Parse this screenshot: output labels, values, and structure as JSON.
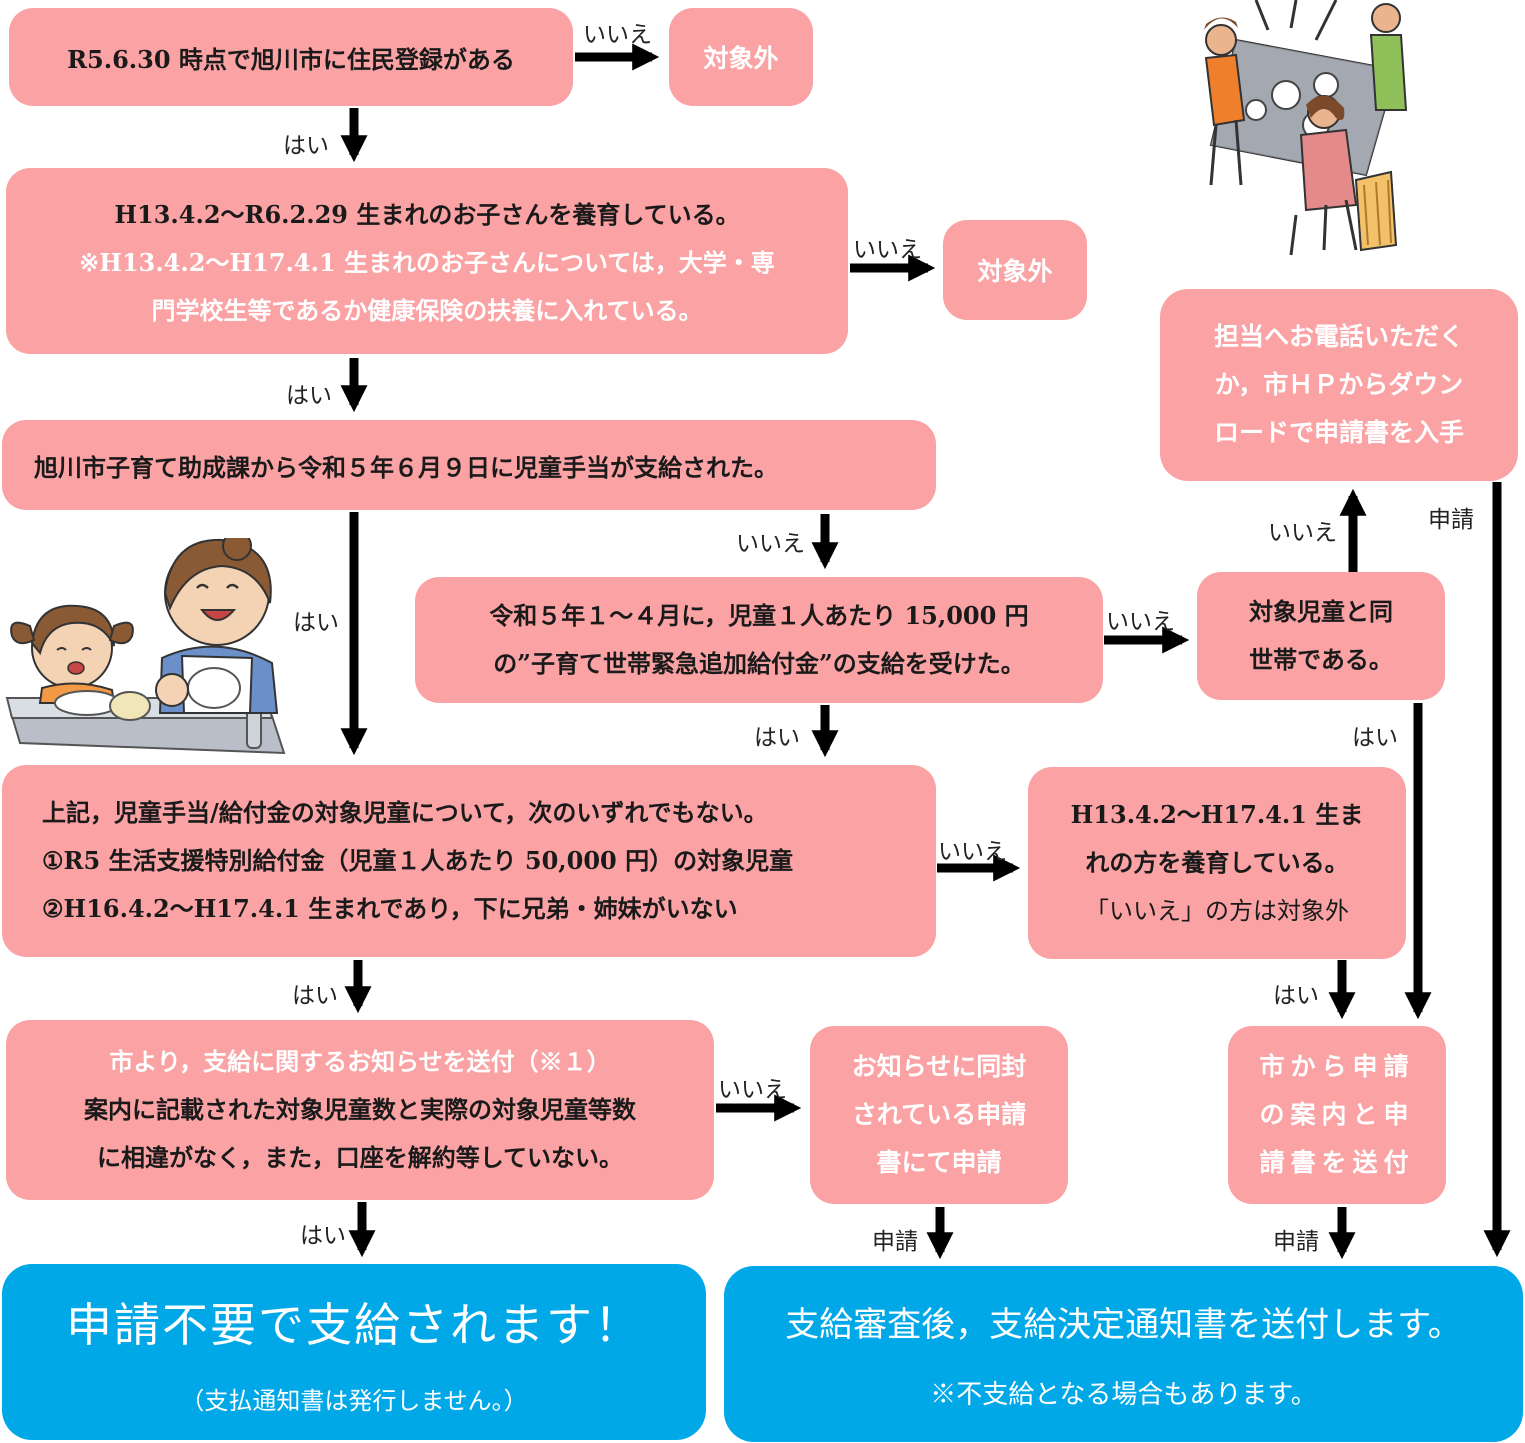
{
  "q1": {
    "text": "R5.6.30 時点で旭川市に住民登録がある"
  },
  "out1": {
    "text": "対象外"
  },
  "q2": {
    "line1": "H13.4.2〜R6.2.29 生まれのお子さんを養育している。",
    "line2": "※H13.4.2〜H17.4.1 生まれのお子さんについては，大学・専",
    "line3": "門学校生等であるか健康保険の扶養に入れている。"
  },
  "out2": {
    "text": "対象外"
  },
  "q3": {
    "text": "旭川市子育て助成課から令和５年６月９日に児童手当が支給された。"
  },
  "q4": {
    "line1": "令和５年１〜４月に，児童１人あたり 15,000 円",
    "line2": "の”子育て世帯緊急追加給付金”の支給を受けた。"
  },
  "q5": {
    "line1": "対象児童と同",
    "line2": "世帯である。"
  },
  "phone": {
    "line1": "担当へお電話いただく",
    "line2": "か，市ＨＰからダウン",
    "line3": "ロードで申請書を入手"
  },
  "q6": {
    "line1": "上記，児童手当/給付金の対象児童について，次のいずれでもない。",
    "line2": "①R5 生活支援特別給付金（児童１人あたり 50,000 円）の対象児童",
    "line3": "②H16.4.2〜H17.4.1 生まれであり，下に兄弟・姉妹がいない"
  },
  "q7": {
    "line1": "H13.4.2〜H17.4.1 生ま",
    "line2": "れの方を養育している。",
    "line3": "「いいえ」の方は対象外"
  },
  "q8": {
    "line1": "市より，支給に関するお知らせを送付（※１）",
    "line2": "案内に記載された対象児童数と実際の対象児童等数",
    "line3": "に相違がなく，また，口座を解約等していない。"
  },
  "enclosed": {
    "line1": "お知らせに同封",
    "line2": "されている申請",
    "line3": "書にて申請"
  },
  "citysend": {
    "line1": "市から申請",
    "line2": "の案内と申",
    "line3": "請書を送付"
  },
  "final1": {
    "title": "申請不要で支給されます！",
    "sub": "（支払通知書は発行しません。）"
  },
  "final2": {
    "title": "支給審査後，支給決定通知書を送付します。",
    "sub": "※不支給となる場合もあります。"
  },
  "labels": {
    "yes": "はい",
    "no": "いいえ",
    "apply": "申請"
  },
  "colors": {
    "box": "#fba2a4",
    "final": "#00a8e8",
    "arrow": "#000000"
  }
}
